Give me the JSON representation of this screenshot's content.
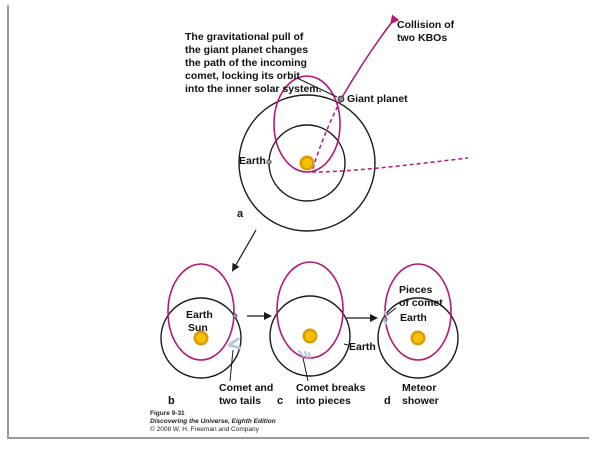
{
  "colors": {
    "orbit": "#1a1a1a",
    "comet_orbit": "#b5177a",
    "sun_fill": "#f2c200",
    "sun_ray": "#e09a00",
    "planet": "#888888",
    "tail": "#b8c8d8"
  },
  "panel_a": {
    "letter": "a",
    "intro_lines": [
      "The gravitational pull of",
      "the giant planet changes",
      "the path of the incoming",
      "comet, locking its orbit",
      "into the inner solar system."
    ],
    "collision_lines": [
      "Collision of",
      "two KBOs"
    ],
    "giant_planet": "Giant planet",
    "earth": "Earth"
  },
  "panel_b": {
    "letter": "b",
    "earth": "Earth",
    "sun": "Sun",
    "comet_lines": [
      "Comet and",
      "two tails"
    ]
  },
  "panel_c": {
    "letter": "c",
    "earth": "Earth",
    "break_lines": [
      "Comet breaks",
      "into pieces"
    ]
  },
  "panel_d": {
    "letter": "d",
    "pieces_lines": [
      "Pieces",
      "of comet"
    ],
    "earth": "Earth",
    "meteor_lines": [
      "Meteor",
      "shower"
    ]
  },
  "caption": {
    "figure": "Figure 9-31",
    "book": "Discovering the Universe, Eighth Edition",
    "copyright": "© 2008 W. H. Freeman and Company"
  }
}
